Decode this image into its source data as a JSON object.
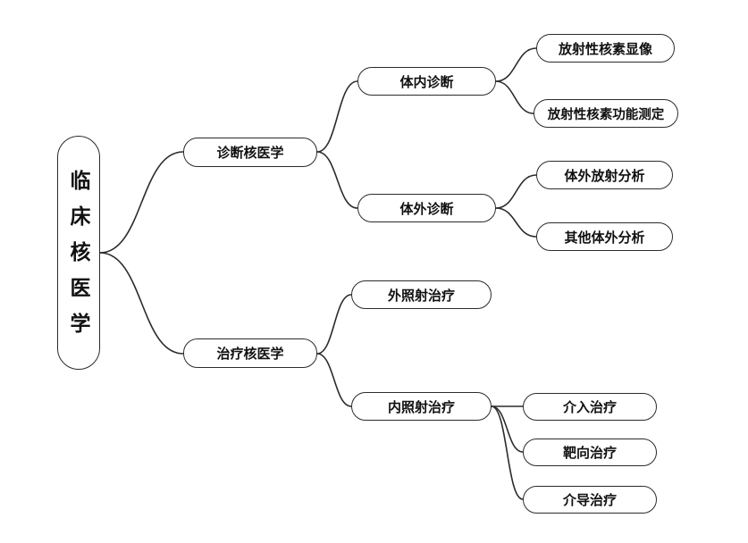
{
  "diagram": {
    "title": "临床核医学",
    "root": "临床核医学",
    "branches": {
      "diagnostic": "诊断核医学",
      "in_vivo": "体内诊断",
      "imaging": "放射性核素显像",
      "function_test": "放射性核素功能测定",
      "in_vitro": "体外诊断",
      "radioanalysis": "体外放射分析",
      "other_analysis": "其他体外分析",
      "therapeutic": "治疗核医学",
      "external_radiation": "外照射治疗",
      "internal_radiation": "内照射治疗",
      "interventional": "介入治疗",
      "targeted": "靶向治疗",
      "mediated": "介导治疗"
    },
    "edges": [
      [
        "root",
        "diagnostic"
      ],
      [
        "root",
        "therapeutic"
      ],
      [
        "diagnostic",
        "in_vivo"
      ],
      [
        "diagnostic",
        "in_vitro"
      ],
      [
        "in_vivo",
        "imaging"
      ],
      [
        "in_vivo",
        "function_test"
      ],
      [
        "in_vitro",
        "radioanalysis"
      ],
      [
        "in_vitro",
        "other_analysis"
      ],
      [
        "therapeutic",
        "external_radiation"
      ],
      [
        "therapeutic",
        "internal_radiation"
      ],
      [
        "internal_radiation",
        "interventional"
      ],
      [
        "internal_radiation",
        "targeted"
      ],
      [
        "internal_radiation",
        "mediated"
      ]
    ],
    "colors": {
      "stroke": "#2b2b2b",
      "node_fill": "#ffffff",
      "text": "#111111",
      "background": "#ffffff"
    }
  }
}
